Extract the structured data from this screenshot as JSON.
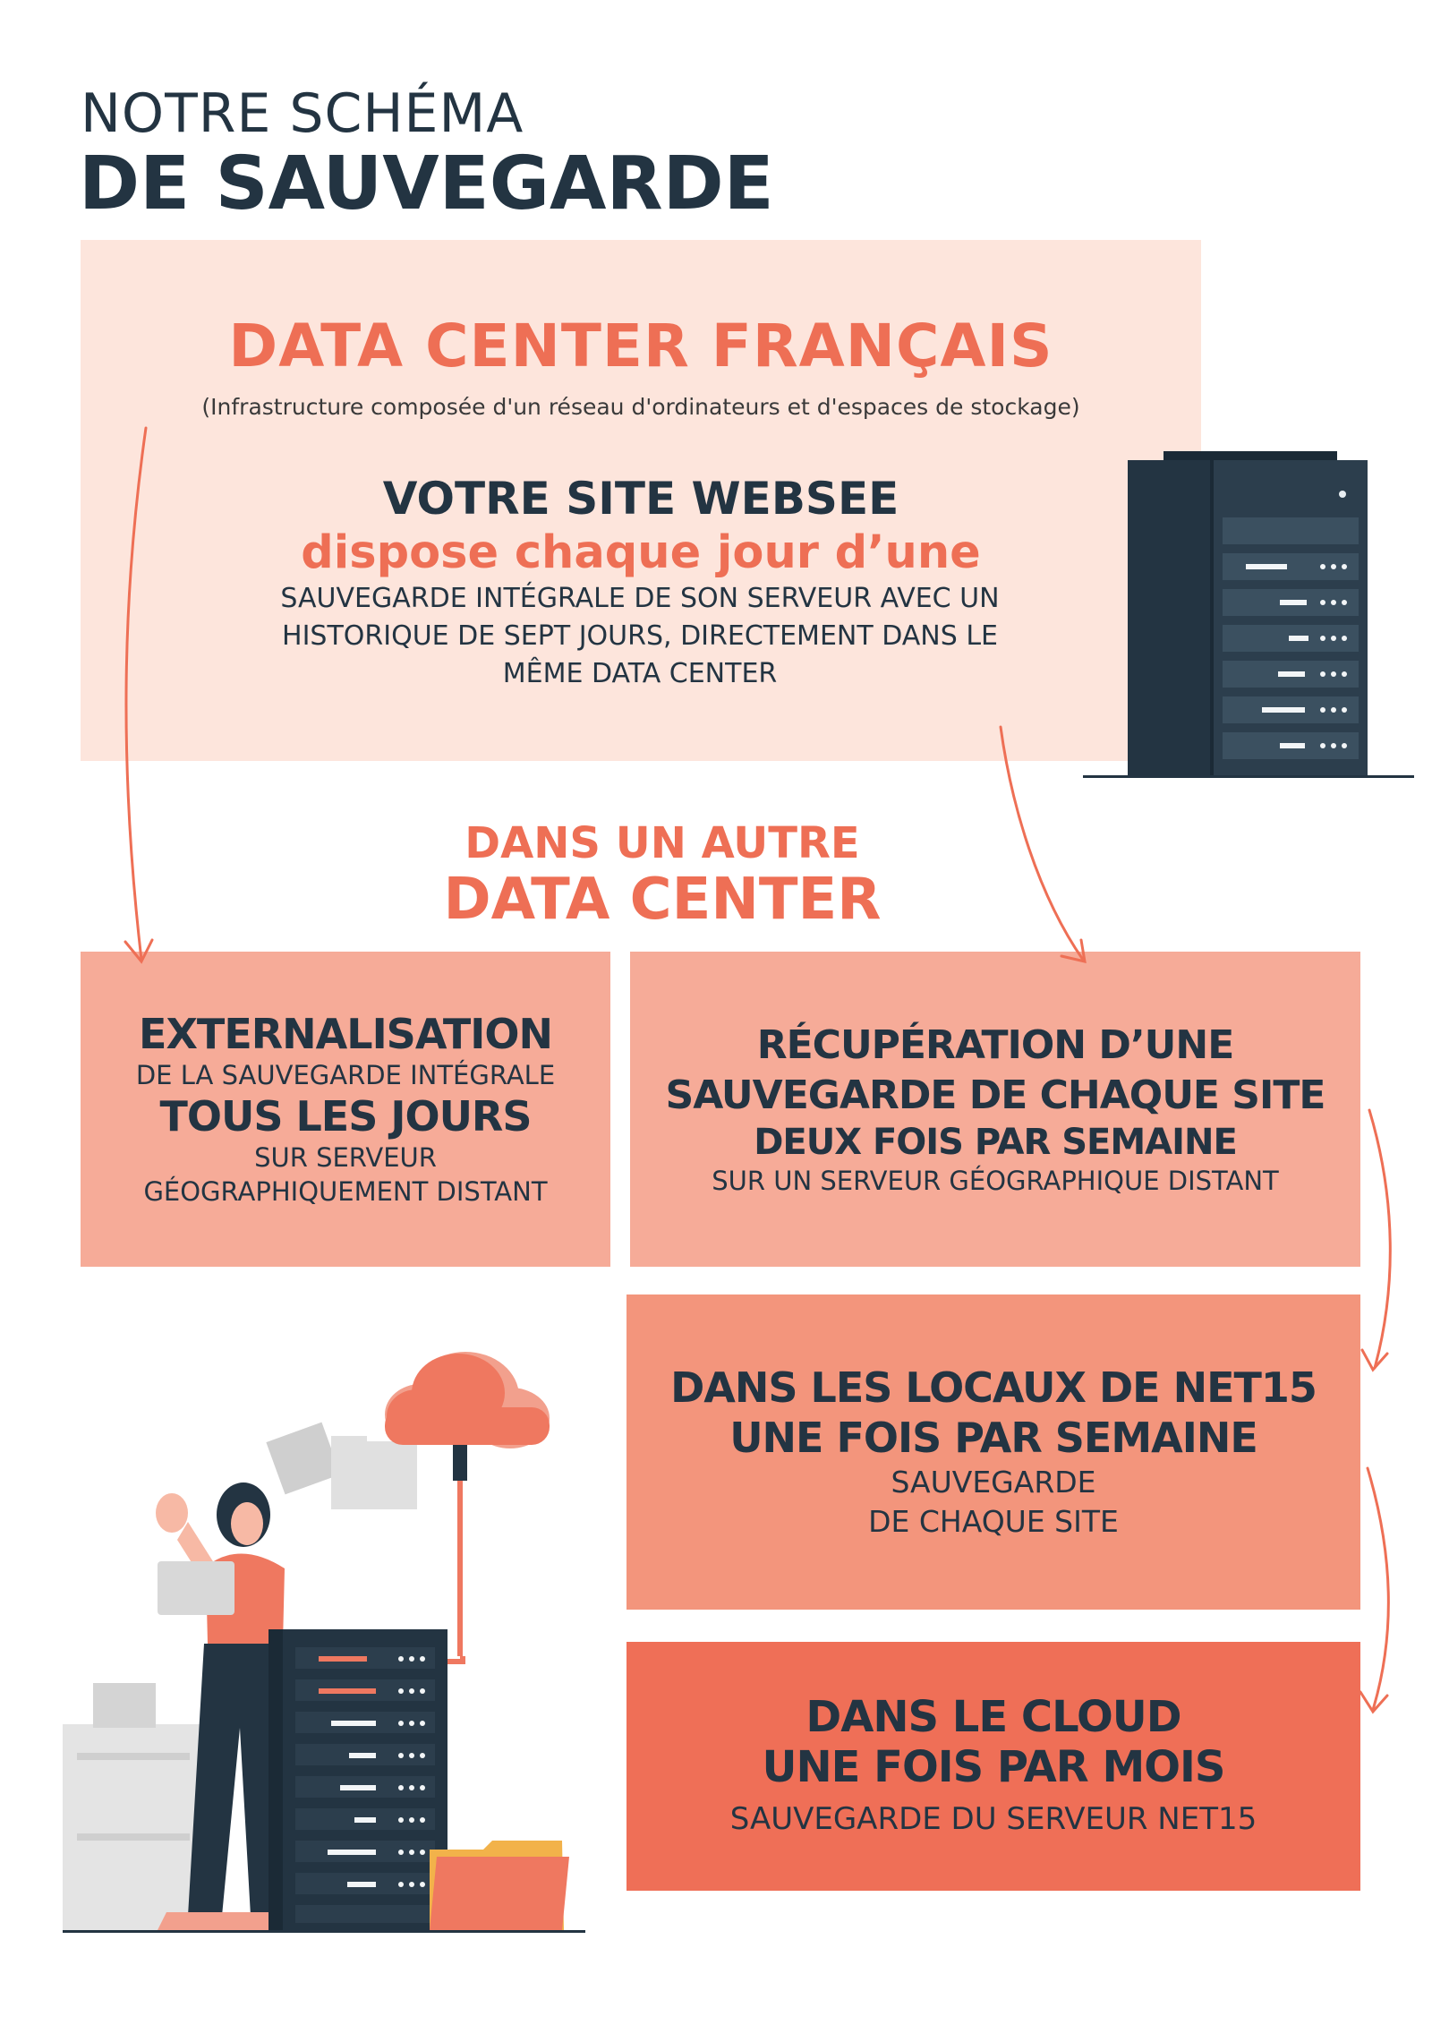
{
  "header": {
    "line1": "NOTRE SCHÉMA",
    "line2": "DE SAUVEGARDE"
  },
  "datacenter": {
    "title": "DATA CENTER FRANÇAIS",
    "subtitle": "(Infrastructure composée  d'un réseau d'ordinateurs et d'espaces de stockage)",
    "site_title": "VOTRE SITE WEBSEE",
    "site_subtitle": "dispose chaque jour d’une",
    "site_desc_lines": [
      "SAUVEGARDE INTÉGRALE DE SON SERVEUR AVEC UN",
      "HISTORIQUE DE SEPT JOURS, DIRECTEMENT DANS LE",
      "MÊME DATA CENTER"
    ]
  },
  "other": {
    "line1": "DANS UN AUTRE",
    "line2": "DATA CENTER"
  },
  "boxes": {
    "externalisation": {
      "l1": "EXTERNALISATION",
      "l2": "DE LA SAUVEGARDE INTÉGRALE",
      "l3": "TOUS LES JOURS",
      "l4": "SUR SERVEUR",
      "l5": "GÉOGRAPHIQUEMENT DISTANT"
    },
    "recuperation": {
      "l1": "RÉCUPÉRATION D’UNE",
      "l2": "SAUVEGARDE DE CHAQUE SITE",
      "l3": "DEUX FOIS PAR SEMAINE",
      "l4": "SUR UN SERVEUR GÉOGRAPHIQUE DISTANT"
    },
    "locaux": {
      "l1": "DANS LES LOCAUX DE NET15",
      "l2": "UNE FOIS PAR SEMAINE",
      "l3": "SAUVEGARDE",
      "l4": "DE CHAQUE SITE"
    },
    "cloud": {
      "l1": "DANS LE CLOUD",
      "l2": "UNE FOIS PAR MOIS",
      "l3": "SAUVEGARDE DU SERVEUR NET15"
    }
  },
  "colors": {
    "navy": "#233442",
    "coral": "#ee6f55",
    "light_pink": "#fde5dc",
    "salmon": "#f6ab98",
    "salmon_mid": "#f3957c",
    "coral_dark": "#ef6f57"
  },
  "icons": [
    "server-rack-icon",
    "cloud-icon",
    "woman-with-tablet-illustration",
    "folder-icon",
    "document-icon"
  ]
}
